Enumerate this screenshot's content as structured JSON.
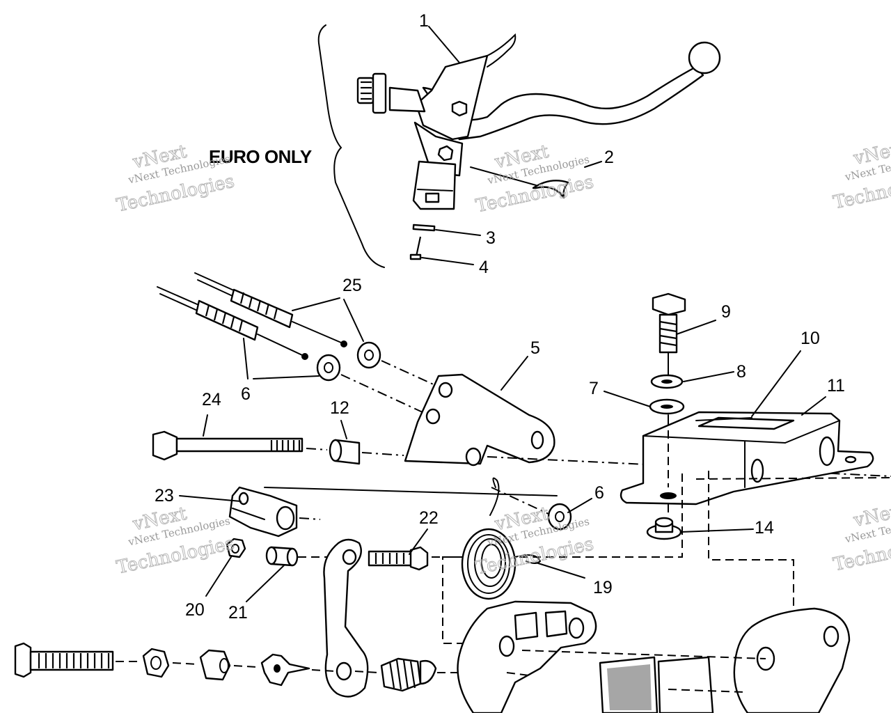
{
  "heading": "EURO ONLY",
  "watermark": {
    "line1": "vNext Technologies",
    "line2": "vNext",
    "line3": "Technologies"
  },
  "callouts": {
    "c1": "1",
    "c2": "2",
    "c3": "3",
    "c4": "4",
    "c5": "5",
    "c6a": "6",
    "c6b": "6",
    "c7": "7",
    "c8": "8",
    "c9": "9",
    "c10": "10",
    "c11": "11",
    "c12": "12",
    "c14": "14",
    "c19": "19",
    "c20": "20",
    "c21": "21",
    "c22": "22",
    "c23": "23",
    "c24": "24",
    "c25": "25"
  }
}
